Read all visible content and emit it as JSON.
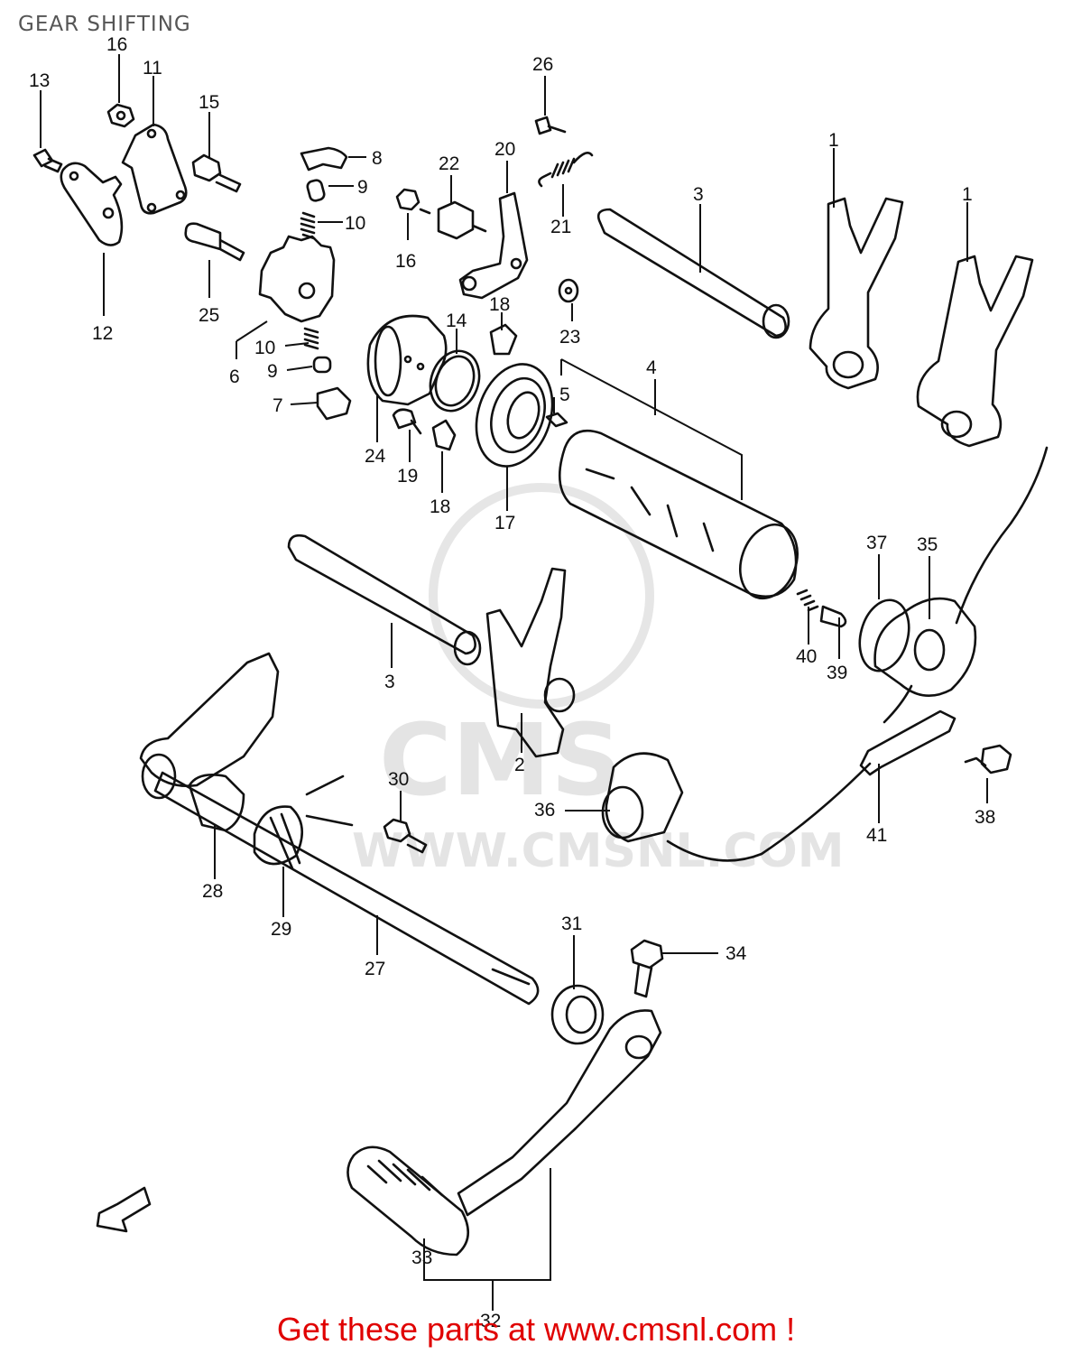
{
  "title": "GEAR SHIFTING",
  "footer": "Get these parts at www.cmsnl.com !",
  "watermark": {
    "brand": "CMS",
    "url": "WWW.CMSNL.COM"
  },
  "colors": {
    "footer": "#e00000",
    "title": "#555555",
    "line": "#111111"
  },
  "callouts": [
    {
      "id": "c1a",
      "text": "1"
    },
    {
      "id": "c1b",
      "text": "1"
    },
    {
      "id": "c2",
      "text": "2"
    },
    {
      "id": "c3a",
      "text": "3"
    },
    {
      "id": "c3b",
      "text": "3"
    },
    {
      "id": "c4",
      "text": "4"
    },
    {
      "id": "c5",
      "text": "5"
    },
    {
      "id": "c6",
      "text": "6"
    },
    {
      "id": "c7",
      "text": "7"
    },
    {
      "id": "c8",
      "text": "8"
    },
    {
      "id": "c9a",
      "text": "9"
    },
    {
      "id": "c9b",
      "text": "9"
    },
    {
      "id": "c10a",
      "text": "10"
    },
    {
      "id": "c10b",
      "text": "10"
    },
    {
      "id": "c11",
      "text": "11"
    },
    {
      "id": "c12",
      "text": "12"
    },
    {
      "id": "c13",
      "text": "13"
    },
    {
      "id": "c14",
      "text": "14"
    },
    {
      "id": "c15",
      "text": "15"
    },
    {
      "id": "c16a",
      "text": "16"
    },
    {
      "id": "c16b",
      "text": "16"
    },
    {
      "id": "c17",
      "text": "17"
    },
    {
      "id": "c18a",
      "text": "18"
    },
    {
      "id": "c18b",
      "text": "18"
    },
    {
      "id": "c19",
      "text": "19"
    },
    {
      "id": "c20",
      "text": "20"
    },
    {
      "id": "c21",
      "text": "21"
    },
    {
      "id": "c22",
      "text": "22"
    },
    {
      "id": "c23",
      "text": "23"
    },
    {
      "id": "c24",
      "text": "24"
    },
    {
      "id": "c25",
      "text": "25"
    },
    {
      "id": "c26",
      "text": "26"
    },
    {
      "id": "c27",
      "text": "27"
    },
    {
      "id": "c28",
      "text": "28"
    },
    {
      "id": "c29",
      "text": "29"
    },
    {
      "id": "c30",
      "text": "30"
    },
    {
      "id": "c31",
      "text": "31"
    },
    {
      "id": "c32",
      "text": "32"
    },
    {
      "id": "c33",
      "text": "33"
    },
    {
      "id": "c34",
      "text": "34"
    },
    {
      "id": "c35",
      "text": "35"
    },
    {
      "id": "c36",
      "text": "36"
    },
    {
      "id": "c37",
      "text": "37"
    },
    {
      "id": "c38",
      "text": "38"
    },
    {
      "id": "c39",
      "text": "39"
    },
    {
      "id": "c40",
      "text": "40"
    },
    {
      "id": "c41",
      "text": "41"
    }
  ]
}
